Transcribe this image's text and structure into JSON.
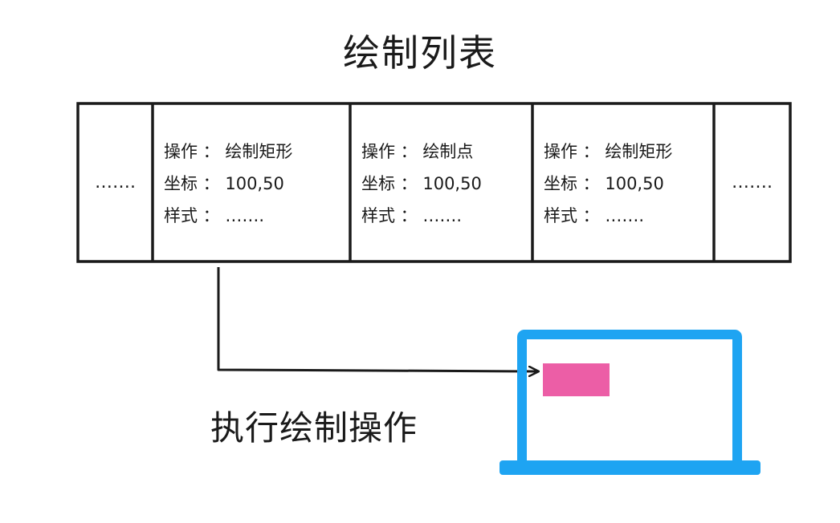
{
  "title": "绘制列表",
  "draw_list": {
    "leading_ellipsis": "…….",
    "trailing_ellipsis": "…….",
    "items": [
      {
        "operation": "操作 ： 绘制矩形",
        "coords": "坐标 ： 100,50",
        "style": "样式 ： ……."
      },
      {
        "operation": "操作 ： 绘制点",
        "coords": "坐标 ： 100,50",
        "style": "样式 ： ……."
      },
      {
        "operation": "操作 ： 绘制矩形",
        "coords": "坐标 ： 100,50",
        "style": "样式 ： ……."
      }
    ]
  },
  "action_label": "执行绘制操作",
  "colors": {
    "screen_frame": "#1ea4f2",
    "drawn_rect": "#ec5ea6",
    "lines": "#1a1a1a"
  },
  "icons": {
    "display": "laptop-icon"
  }
}
